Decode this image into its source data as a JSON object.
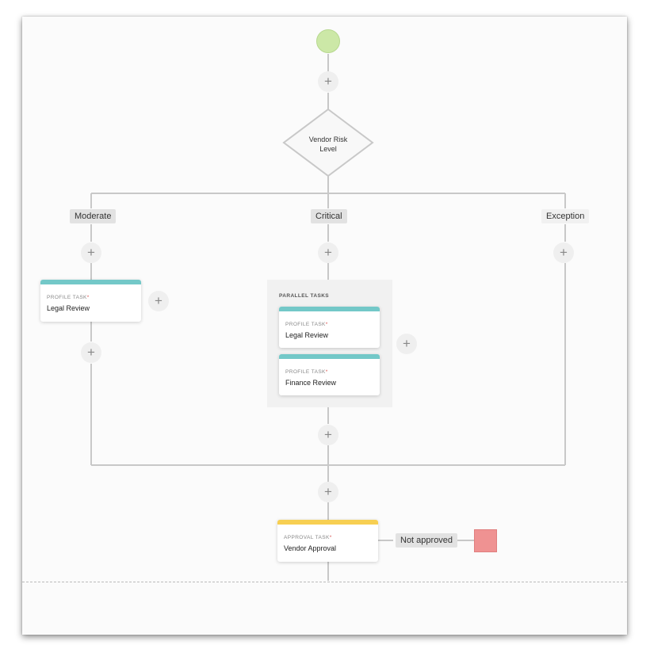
{
  "decision": {
    "label": "Vendor Risk Level"
  },
  "branches": [
    {
      "key": "moderate",
      "label": "Moderate"
    },
    {
      "key": "critical",
      "label": "Critical"
    },
    {
      "key": "exception",
      "label": "Exception"
    }
  ],
  "moderate_task": {
    "kind": "PROFILE TASK",
    "name": "Legal Review"
  },
  "parallel": {
    "title": "PARALLEL TASKS",
    "tasks": [
      {
        "kind": "PROFILE TASK",
        "name": "Legal Review"
      },
      {
        "kind": "PROFILE TASK",
        "name": "Finance Review"
      }
    ]
  },
  "approval_task": {
    "kind": "APPROVAL TASK",
    "name": "Vendor Approval"
  },
  "rejection": {
    "label": "Not approved"
  },
  "required_marker": "*",
  "add_glyph": "+",
  "colors": {
    "start": "#cce8a7",
    "profile_bar": "#73c8c8",
    "approval_bar": "#f7cf52",
    "end": "#ef9292",
    "connector": "#c8c8c8"
  }
}
